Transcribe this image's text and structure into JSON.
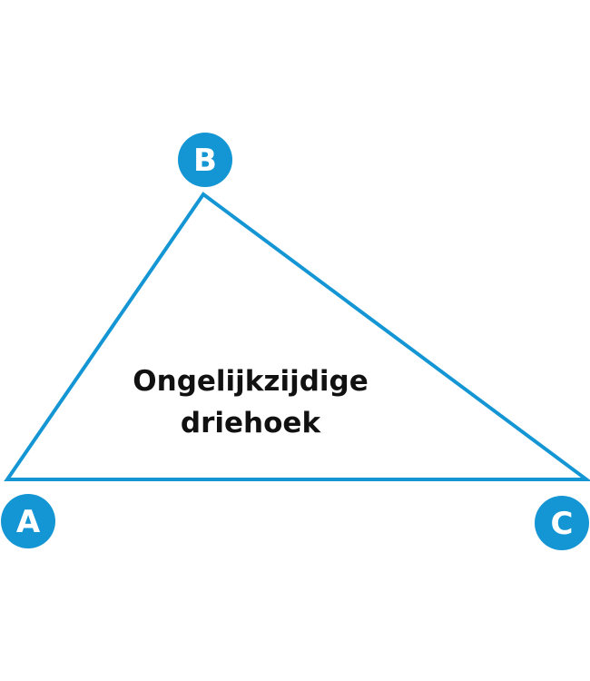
{
  "diagram": {
    "title_lines": [
      "Ongelijkzijdige",
      "driehoek"
    ],
    "vertices": {
      "a": {
        "label": "A"
      },
      "b": {
        "label": "B"
      },
      "c": {
        "label": "C"
      }
    },
    "colors": {
      "stroke": "#1596d4",
      "marker_fill": "#1596d4",
      "marker_text": "#ffffff",
      "title_text": "#111111",
      "background": "#ffffff"
    }
  }
}
